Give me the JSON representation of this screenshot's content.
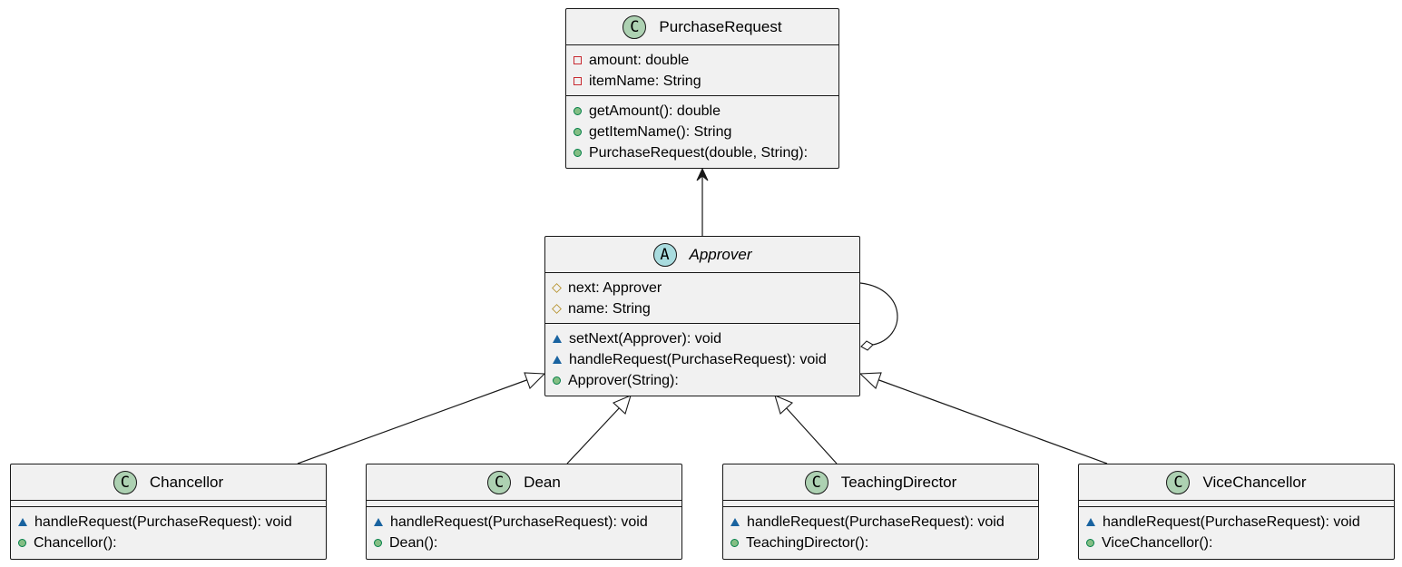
{
  "classes": {
    "purchase_request": {
      "stereotype": "C",
      "name": "PurchaseRequest",
      "fields": [
        {
          "vis": "private",
          "text": "amount: double"
        },
        {
          "vis": "private",
          "text": "itemName: String"
        }
      ],
      "methods": [
        {
          "vis": "public",
          "text": "getAmount(): double"
        },
        {
          "vis": "public",
          "text": "getItemName(): String"
        },
        {
          "vis": "public",
          "text": "PurchaseRequest(double, String):"
        }
      ]
    },
    "approver": {
      "stereotype": "A",
      "name": "Approver",
      "fields": [
        {
          "vis": "protected",
          "text": "next: Approver"
        },
        {
          "vis": "protected",
          "text": "name: String"
        }
      ],
      "methods": [
        {
          "vis": "package",
          "text": "setNext(Approver): void"
        },
        {
          "vis": "package",
          "text": "handleRequest(PurchaseRequest): void"
        },
        {
          "vis": "public",
          "text": "Approver(String):"
        }
      ]
    },
    "chancellor": {
      "stereotype": "C",
      "name": "Chancellor",
      "methods": [
        {
          "vis": "package",
          "text": "handleRequest(PurchaseRequest): void"
        },
        {
          "vis": "public",
          "text": "Chancellor():"
        }
      ]
    },
    "dean": {
      "stereotype": "C",
      "name": "Dean",
      "methods": [
        {
          "vis": "package",
          "text": "handleRequest(PurchaseRequest): void"
        },
        {
          "vis": "public",
          "text": "Dean():"
        }
      ]
    },
    "teaching_director": {
      "stereotype": "C",
      "name": "TeachingDirector",
      "methods": [
        {
          "vis": "package",
          "text": "handleRequest(PurchaseRequest): void"
        },
        {
          "vis": "public",
          "text": "TeachingDirector():"
        }
      ]
    },
    "vice_chancellor": {
      "stereotype": "C",
      "name": "ViceChancellor",
      "methods": [
        {
          "vis": "package",
          "text": "handleRequest(PurchaseRequest): void"
        },
        {
          "vis": "public",
          "text": "ViceChancellor():"
        }
      ]
    }
  },
  "relations": [
    {
      "type": "association",
      "from": "approver",
      "to": "purchase_request"
    },
    {
      "type": "aggregation",
      "from": "approver",
      "to": "approver"
    },
    {
      "type": "inheritance",
      "from": "chancellor",
      "to": "approver"
    },
    {
      "type": "inheritance",
      "from": "dean",
      "to": "approver"
    },
    {
      "type": "inheritance",
      "from": "teaching_director",
      "to": "approver"
    },
    {
      "type": "inheritance",
      "from": "vice_chancellor",
      "to": "approver"
    }
  ],
  "colors": {
    "class_fill": "#f1f1f1",
    "border": "#181818",
    "class_badge": "#add1b2",
    "abstract_badge": "#a9dcdf",
    "private": "#c82930",
    "protected": "#b38d22",
    "public": "#84be84",
    "package": "#1963a0"
  }
}
